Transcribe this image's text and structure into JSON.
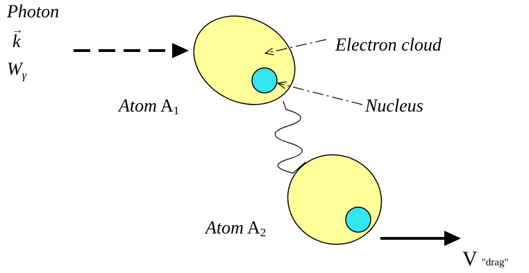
{
  "colors": {
    "cloud_fill": "#ffff99",
    "cloud_stroke": "#000000",
    "nucleus_fill": "#33e6ee",
    "nucleus_stroke": "#000000"
  },
  "photon": {
    "label": "Photon",
    "k_symbol": "k",
    "vector_arrow": "→",
    "w_symbol": "W",
    "w_subscript": "γ"
  },
  "labels": {
    "electron_cloud": "Electron cloud",
    "nucleus": "Nucleus"
  },
  "atom1": {
    "word": "Atom",
    "symbol": "A",
    "index": "1"
  },
  "atom2": {
    "word": "Atom",
    "symbol": "A",
    "index": "2"
  },
  "velocity": {
    "symbol": "V",
    "subscript": "\"drag\""
  }
}
